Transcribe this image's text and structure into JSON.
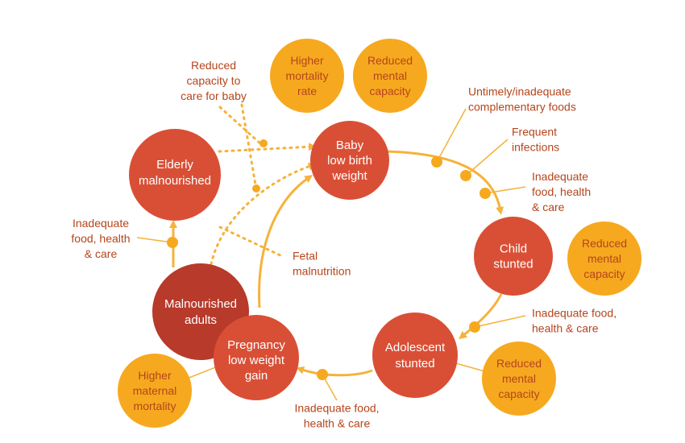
{
  "colors": {
    "main_node": "#d94f36",
    "dark_node": "#b73a2b",
    "effect_bubble": "#f6a91f",
    "arrow": "#f6b23a",
    "effect_text": "#b5451b",
    "note_text": "#b5451b",
    "node_text": "#ffffff"
  },
  "nodes": {
    "baby": {
      "lines": [
        "Baby",
        "low birth",
        "weight"
      ]
    },
    "child": {
      "lines": [
        "Child",
        "stunted"
      ]
    },
    "adolescent": {
      "lines": [
        "Adolescent",
        "stunted"
      ]
    },
    "pregnancy": {
      "lines": [
        "Pregnancy",
        "low weight",
        "gain"
      ]
    },
    "malnourished_adults": {
      "lines": [
        "Malnourished",
        "adults"
      ]
    },
    "elderly": {
      "lines": [
        "Elderly",
        "malnourished"
      ]
    }
  },
  "effects": {
    "higher_mortality": {
      "lines": [
        "Higher",
        "mortality",
        "rate"
      ]
    },
    "baby_mental": {
      "lines": [
        "Reduced",
        "mental",
        "capacity"
      ]
    },
    "child_mental": {
      "lines": [
        "Reduced",
        "mental",
        "capacity"
      ]
    },
    "adolescent_mental": {
      "lines": [
        "Reduced",
        "mental",
        "capacity"
      ]
    },
    "maternal_mortality": {
      "lines": [
        "Higher",
        "maternal",
        "mortality"
      ]
    }
  },
  "notes": {
    "reduced_capacity_care": {
      "lines": [
        "Reduced",
        "capacity to",
        "care for baby"
      ]
    },
    "untimely_foods": {
      "lines": [
        "Untimely/inadequate",
        "complementary foods"
      ]
    },
    "frequent_infections": {
      "lines": [
        "Frequent",
        "infections"
      ]
    },
    "inadequate_child": {
      "lines": [
        "Inadequate",
        "food, health",
        "& care"
      ]
    },
    "inadequate_adolescent": {
      "lines": [
        "Inadequate food,",
        "health & care"
      ]
    },
    "inadequate_pregnancy": {
      "lines": [
        "Inadequate food,",
        "health & care"
      ]
    },
    "inadequate_elderly": {
      "lines": [
        "Inadequate",
        "food, health",
        "& care"
      ]
    },
    "fetal_malnutrition": {
      "lines": [
        "Fetal",
        "malnutrition"
      ]
    }
  }
}
